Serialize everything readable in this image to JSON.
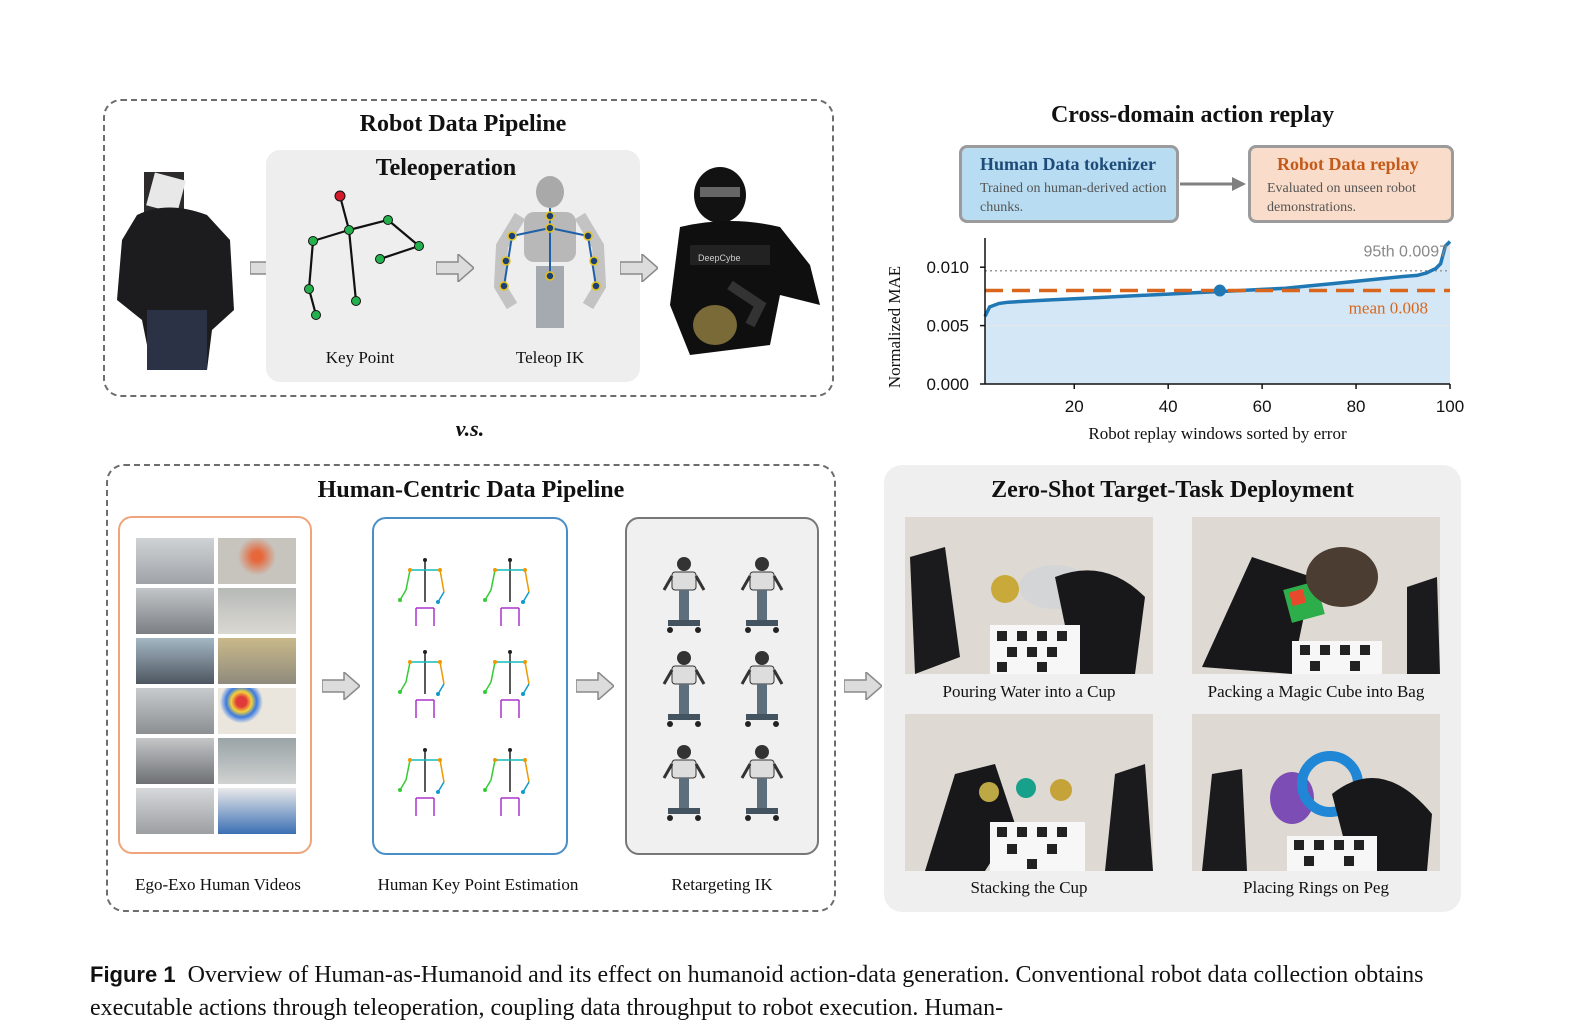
{
  "robot_pipeline": {
    "title": "Robot Data Pipeline",
    "teleop_title": "Teleoperation",
    "key_point_label": "Key Point",
    "teleop_ik_label": "Teleop IK"
  },
  "vs_label": "v.s.",
  "human_pipeline": {
    "title": "Human-Centric Data Pipeline",
    "videos_label": "Ego-Exo Human Videos",
    "keypoint_label": "Human Key Point Estimation",
    "retarget_label": "Retargeting IK"
  },
  "replay": {
    "title": "Cross-domain action replay",
    "tokenizer_title": "Human Data tokenizer",
    "tokenizer_desc": "Trained on human-derived action chunks.",
    "replay_title": "Robot Data replay",
    "replay_desc": "Evaluated on unseen robot demonstrations."
  },
  "chart_data": {
    "type": "area",
    "title": "",
    "xlabel": "Robot replay windows sorted by error",
    "ylabel": "Normalized MAE",
    "xlim": [
      1,
      100
    ],
    "ylim": [
      0,
      0.0125
    ],
    "x_ticks": [
      "20",
      "40",
      "60",
      "80",
      "100"
    ],
    "y_ticks": [
      "0.000",
      "0.005",
      "0.010"
    ],
    "series": [
      {
        "x": [
          1,
          2,
          4,
          6,
          10,
          15,
          20,
          25,
          30,
          35,
          40,
          45,
          50,
          55,
          60,
          65,
          70,
          75,
          80,
          85,
          90,
          93,
          95,
          96,
          97,
          98,
          99,
          100
        ],
        "y": [
          0.0058,
          0.0066,
          0.0069,
          0.007,
          0.0071,
          0.0072,
          0.0073,
          0.0074,
          0.0075,
          0.0076,
          0.0077,
          0.0078,
          0.0079,
          0.008,
          0.0081,
          0.0082,
          0.0084,
          0.0086,
          0.0088,
          0.009,
          0.0092,
          0.0093,
          0.0095,
          0.0097,
          0.0099,
          0.0103,
          0.0118,
          0.0122
        ]
      }
    ],
    "mean_line": {
      "value": 0.008,
      "label": "mean 0.008"
    },
    "p95_line": {
      "value": 0.0097,
      "label": "95th 0.0097"
    },
    "marker": {
      "x": 51,
      "y": 0.008
    },
    "colors": {
      "line": "#1f77b4",
      "fill": "#d4e7f6",
      "mean": "#d9661c",
      "p95": "#999999"
    },
    "grid": false
  },
  "deployment": {
    "title": "Zero-Shot Target-Task Deployment",
    "tasks": [
      "Pouring Water into a Cup",
      "Packing a Magic Cube into Bag",
      "Stacking the Cup",
      "Placing Rings on Peg"
    ]
  },
  "caption": {
    "label": "Figure 1",
    "text": "Overview of Human-as-Humanoid and its effect on humanoid action-data generation. Conventional robot data collection obtains executable actions through teleoperation, coupling data throughput to robot execution. Human-"
  }
}
